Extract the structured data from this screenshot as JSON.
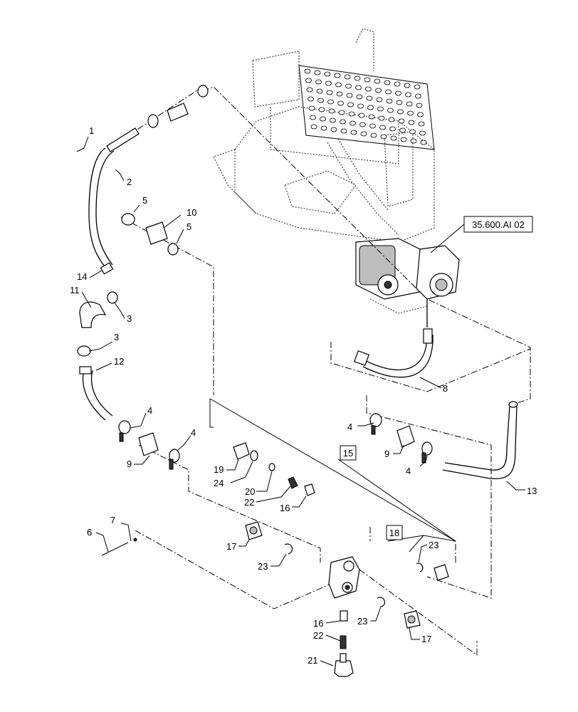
{
  "diagram": {
    "reference_box": "35.600.AI 02",
    "group_boxes": [
      "15",
      "18"
    ],
    "callouts": [
      {
        "id": "c1",
        "label": "1"
      },
      {
        "id": "c2",
        "label": "2"
      },
      {
        "id": "c5a",
        "label": "5"
      },
      {
        "id": "c10",
        "label": "10"
      },
      {
        "id": "c5b",
        "label": "5"
      },
      {
        "id": "c14",
        "label": "14"
      },
      {
        "id": "c11",
        "label": "11"
      },
      {
        "id": "c3a",
        "label": "3"
      },
      {
        "id": "c3b",
        "label": "3"
      },
      {
        "id": "c12",
        "label": "12"
      },
      {
        "id": "c4a",
        "label": "4"
      },
      {
        "id": "c9a",
        "label": "9"
      },
      {
        "id": "c4b",
        "label": "4"
      },
      {
        "id": "c8",
        "label": "8"
      },
      {
        "id": "c4c",
        "label": "4"
      },
      {
        "id": "c9b",
        "label": "9"
      },
      {
        "id": "c4d",
        "label": "4"
      },
      {
        "id": "c13",
        "label": "13"
      },
      {
        "id": "c19",
        "label": "19"
      },
      {
        "id": "c24",
        "label": "24"
      },
      {
        "id": "c20",
        "label": "20"
      },
      {
        "id": "c22a",
        "label": "22"
      },
      {
        "id": "c16a",
        "label": "16"
      },
      {
        "id": "c7",
        "label": "7"
      },
      {
        "id": "c6",
        "label": "6"
      },
      {
        "id": "c17a",
        "label": "17"
      },
      {
        "id": "c23a",
        "label": "23"
      },
      {
        "id": "c23b",
        "label": "23"
      },
      {
        "id": "c23c",
        "label": "23"
      },
      {
        "id": "c16b",
        "label": "16"
      },
      {
        "id": "c22b",
        "label": "22"
      },
      {
        "id": "c17b",
        "label": "17"
      },
      {
        "id": "c21",
        "label": "21"
      }
    ]
  }
}
